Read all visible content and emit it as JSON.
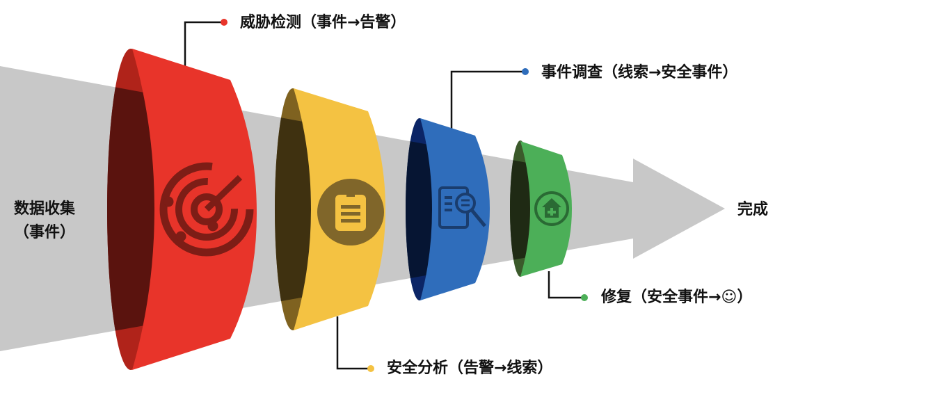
{
  "start": {
    "line1": "数据收集",
    "line2": "（事件）"
  },
  "end": {
    "label": "完成"
  },
  "stages": [
    {
      "label": "威胁检测（事件→告警）",
      "icon": "radar-icon",
      "color": "#e8342a"
    },
    {
      "label": "安全分析（告警→线索）",
      "icon": "clipboard-icon",
      "color": "#f4c242"
    },
    {
      "label": "事件调查（线索→安全事件）",
      "icon": "document-search-icon",
      "color": "#2f6dbb"
    },
    {
      "label": "修复（安全事件→☺）",
      "icon": "home-repair-icon",
      "color": "#4caf58"
    }
  ]
}
